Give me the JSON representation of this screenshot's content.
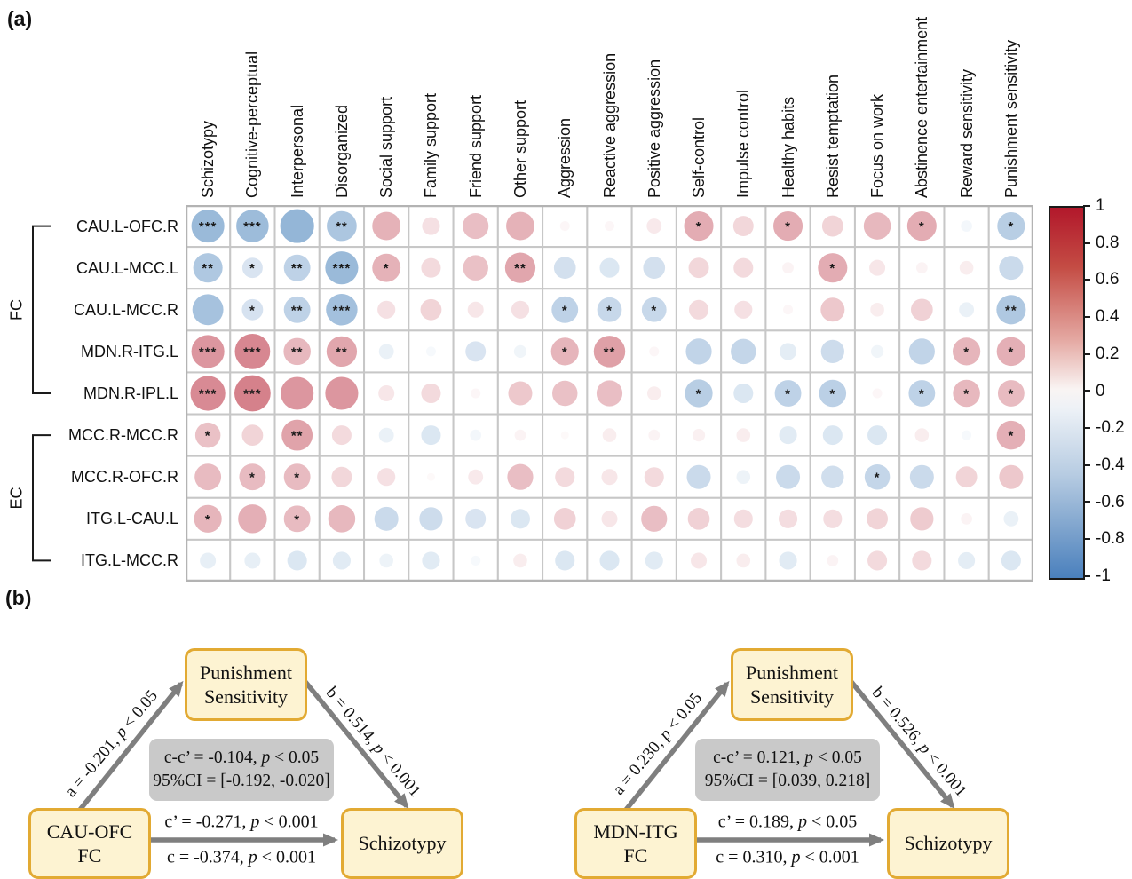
{
  "panel_a": {
    "label": "(a)",
    "groups": [
      {
        "label": "FC",
        "start": 0,
        "end": 4
      },
      {
        "label": "EC",
        "start": 5,
        "end": 8
      }
    ],
    "colorbar": {
      "ticks": [
        "1",
        "0.8",
        "0.6",
        "0.4",
        "0.2",
        "0",
        "-0.2",
        "-0.4",
        "-0.6",
        "-0.8",
        "-1"
      ],
      "max_color": "#b2182b",
      "mid_color": "#f7f7f7",
      "min_color": "#4a80bd"
    }
  },
  "chart_data": {
    "type": "heatmap",
    "subtype": "correlation-bubble-matrix",
    "legend_position": "right",
    "value_range": [
      -1,
      1
    ],
    "rows": [
      "CAU.L-OFC.R",
      "CAU.L-MCC.L",
      "CAU.L-MCC.R",
      "MDN.R-ITG.L",
      "MDN.R-IPL.L",
      "MCC.R-MCC.R",
      "MCC.R-OFC.R",
      "ITG.L-CAU.L",
      "ITG.L-MCC.R"
    ],
    "columns": [
      "Schizotypy",
      "Cognitive-perceptual",
      "Interpersonal",
      "Disorganized",
      "Social support",
      "Family support",
      "Friend support",
      "Other support",
      "Aggression",
      "Reactive aggression",
      "Positive aggression",
      "Self-control",
      "Impulse control",
      "Healthy habits",
      "Resist temptation",
      "Focus on work",
      "Abstinence entertainment",
      "Reward sensitivity",
      "Punishment sensitivity"
    ],
    "values": [
      [
        -0.34,
        -0.33,
        -0.36,
        -0.28,
        0.25,
        0.1,
        0.21,
        0.25,
        0.03,
        0.03,
        0.07,
        0.27,
        0.13,
        0.27,
        0.14,
        0.23,
        0.27,
        -0.04,
        -0.24
      ],
      [
        -0.27,
        -0.13,
        -0.22,
        -0.34,
        0.25,
        0.12,
        0.2,
        0.29,
        -0.15,
        -0.12,
        -0.15,
        0.13,
        0.12,
        0.04,
        0.27,
        0.08,
        0.04,
        0.06,
        -0.18
      ],
      [
        -0.3,
        -0.14,
        -0.22,
        -0.31,
        0.1,
        0.14,
        0.08,
        0.1,
        -0.22,
        -0.19,
        -0.19,
        0.12,
        0.1,
        0.03,
        0.18,
        0.06,
        0.15,
        -0.07,
        -0.27
      ],
      [
        0.34,
        0.39,
        0.23,
        0.29,
        -0.07,
        -0.03,
        -0.13,
        -0.05,
        0.24,
        0.31,
        0.03,
        -0.21,
        -0.2,
        -0.09,
        -0.17,
        -0.05,
        -0.21,
        0.24,
        0.26
      ],
      [
        0.38,
        0.41,
        0.34,
        0.34,
        0.08,
        0.12,
        0.03,
        0.18,
        0.2,
        0.21,
        0.06,
        -0.24,
        -0.12,
        -0.22,
        -0.23,
        0.03,
        -0.22,
        0.23,
        0.22
      ],
      [
        0.2,
        0.14,
        0.3,
        0.12,
        -0.07,
        -0.12,
        -0.04,
        0.04,
        0.02,
        0.06,
        0.04,
        0.05,
        0.06,
        -0.1,
        -0.12,
        -0.12,
        0.06,
        -0.03,
        0.26
      ],
      [
        0.22,
        0.22,
        0.22,
        0.13,
        0.1,
        0.02,
        0.07,
        0.21,
        0.12,
        0.08,
        0.12,
        -0.18,
        -0.06,
        -0.18,
        -0.16,
        -0.2,
        -0.18,
        0.14,
        0.18
      ],
      [
        0.24,
        0.26,
        0.22,
        0.23,
        -0.18,
        -0.17,
        -0.13,
        -0.12,
        0.15,
        0.08,
        0.21,
        0.15,
        0.11,
        0.11,
        0.11,
        0.14,
        0.17,
        0.04,
        -0.07
      ],
      [
        -0.08,
        -0.08,
        -0.12,
        -0.1,
        -0.06,
        -0.1,
        -0.03,
        0.06,
        -0.12,
        -0.12,
        -0.1,
        0.08,
        0.06,
        -0.1,
        0.04,
        0.12,
        0.12,
        -0.09,
        -0.12
      ]
    ],
    "significance": [
      [
        "***",
        "***",
        "",
        "**",
        "",
        "",
        "",
        "",
        "",
        "",
        "",
        "*",
        "",
        "*",
        "",
        "",
        "*",
        "",
        "*"
      ],
      [
        "**",
        "*",
        "**",
        "***",
        "*",
        "",
        "",
        "**",
        "",
        "",
        "",
        "",
        "",
        "",
        "*",
        "",
        "",
        "",
        ""
      ],
      [
        "",
        "*",
        "**",
        "***",
        "",
        "",
        "",
        "",
        "*",
        "*",
        "*",
        "",
        "",
        "",
        "",
        "",
        "",
        "",
        "**"
      ],
      [
        "***",
        "***",
        "**",
        "**",
        "",
        "",
        "",
        "",
        "*",
        "**",
        "",
        "",
        "",
        "",
        "",
        "",
        "",
        "*",
        "*"
      ],
      [
        "***",
        "***",
        "",
        "",
        "",
        "",
        "",
        "",
        "",
        "",
        "",
        "*",
        "",
        "*",
        "*",
        "",
        "*",
        "*",
        "*"
      ],
      [
        "*",
        "",
        "**",
        "",
        "",
        "",
        "",
        "",
        "",
        "",
        "",
        "",
        "",
        "",
        "",
        "",
        "",
        "",
        "*"
      ],
      [
        "",
        "*",
        "*",
        "",
        "",
        "",
        "",
        "",
        "",
        "",
        "",
        "",
        "",
        "",
        "",
        "*",
        "",
        "",
        ""
      ],
      [
        "*",
        "",
        "*",
        "",
        "",
        "",
        "",
        "",
        "",
        "",
        "",
        "",
        "",
        "",
        "",
        "",
        "",
        "",
        ""
      ],
      [
        "",
        "",
        "",
        "",
        "",
        "",
        "",
        "",
        "",
        "",
        "",
        "",
        "",
        "",
        "",
        "",
        "",
        "",
        ""
      ]
    ]
  },
  "panel_b": {
    "label": "(b)",
    "diagrams": [
      {
        "mediator": {
          "line1": "Punishment",
          "line2": "Sensitivity"
        },
        "predictor": {
          "line1": "CAU-OFC",
          "line2": "FC"
        },
        "outcome": {
          "line1": "Schizotypy",
          "line2": ""
        },
        "path_a": {
          "pre": "a = -0.201, ",
          "p": "p",
          "post": " < 0.05"
        },
        "path_b": {
          "pre": "b = 0.514, ",
          "p": "p",
          "post": " < 0.001"
        },
        "indirect": {
          "pre": "c-c’ = -0.104, ",
          "p": "p",
          "post": " < 0.05"
        },
        "ci": "95%CI = [-0.192, -0.020]",
        "direct": {
          "pre": "c’ = -0.271, ",
          "p": "p",
          "post": " < 0.001"
        },
        "total": {
          "pre": "c = -0.374, ",
          "p": "p",
          "post": " < 0.001"
        }
      },
      {
        "mediator": {
          "line1": "Punishment",
          "line2": "Sensitivity"
        },
        "predictor": {
          "line1": "MDN-ITG",
          "line2": "FC"
        },
        "outcome": {
          "line1": "Schizotypy",
          "line2": ""
        },
        "path_a": {
          "pre": "a = 0.230, ",
          "p": "p",
          "post": " < 0.05"
        },
        "path_b": {
          "pre": "b = 0.526, ",
          "p": "p",
          "post": " < 0.001"
        },
        "indirect": {
          "pre": "c-c’ = 0.121, ",
          "p": "p",
          "post": " < 0.05"
        },
        "ci": "95%CI = [0.039, 0.218]",
        "direct": {
          "pre": "c’ = 0.189, ",
          "p": "p",
          "post": " < 0.05"
        },
        "total": {
          "pre": "c = 0.310, ",
          "p": "p",
          "post": " < 0.001"
        }
      }
    ]
  }
}
